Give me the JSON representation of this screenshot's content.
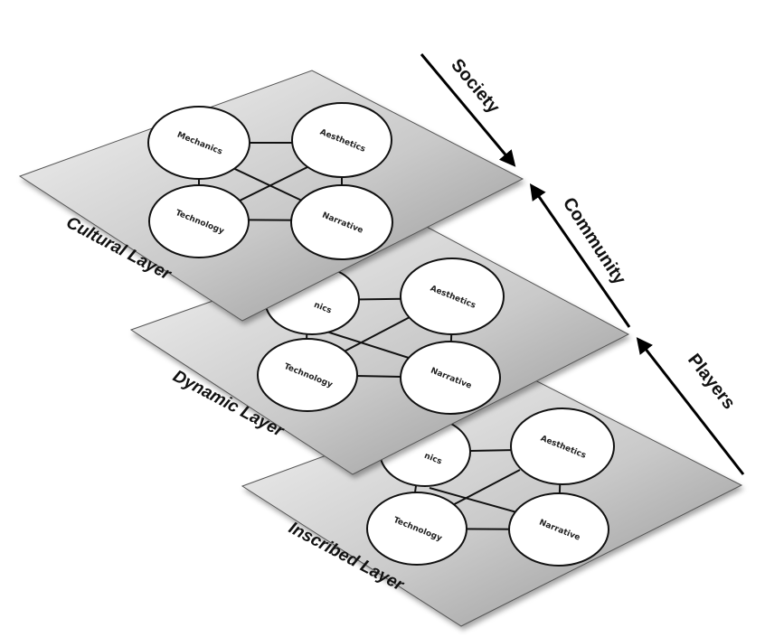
{
  "layers": [
    {
      "id": "inscribed",
      "label": "Inscribed Layer"
    },
    {
      "id": "dynamic",
      "label": "Dynamic Layer"
    },
    {
      "id": "cultural",
      "label": "Cultural Layer"
    }
  ],
  "nodes": {
    "mechanics": "Mechanics",
    "mechanics_partial": "nics",
    "mechanics_partial_bottom": "nics",
    "aesthetics": "Aesthetics",
    "technology": "Technology",
    "narrative": "Narrative"
  },
  "scale": {
    "society": "Society",
    "community": "Community",
    "players": "Players"
  }
}
